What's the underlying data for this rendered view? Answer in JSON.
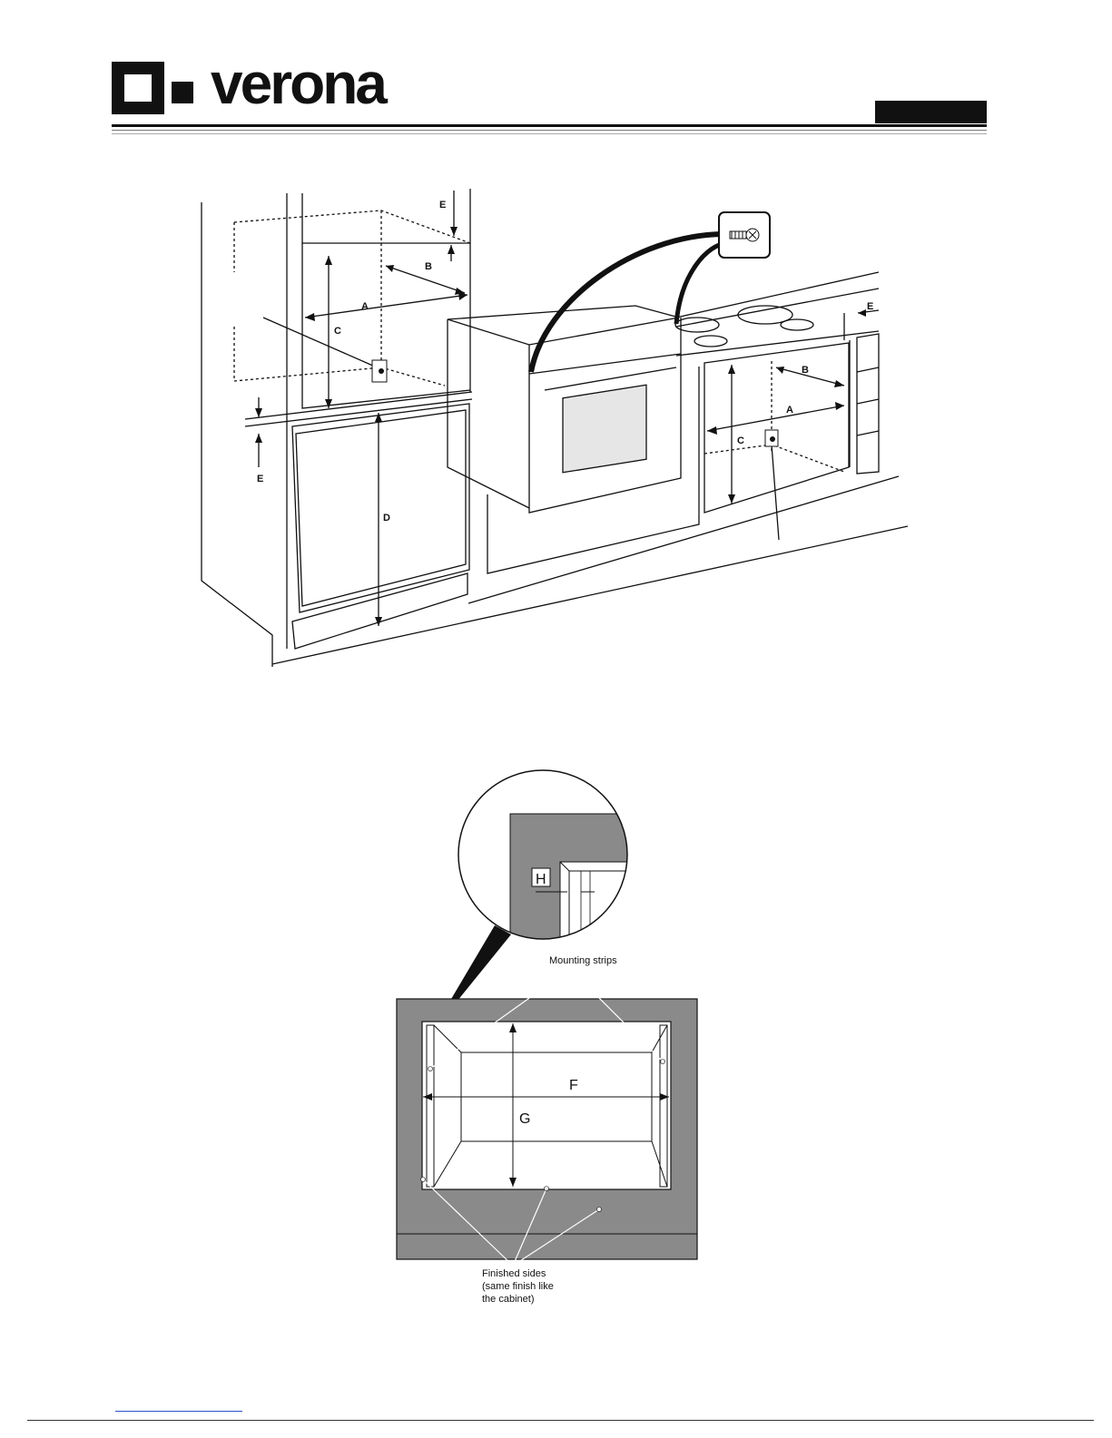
{
  "header": {
    "brand": "verona"
  },
  "diagram1": {
    "labels": {
      "top_cabinet": {
        "A": "A",
        "B": "B",
        "C": "C",
        "D": "D",
        "E_top": "E",
        "E_bottom": "E"
      },
      "base_cabinet": {
        "A": "A",
        "B": "B",
        "C": "C",
        "E": "E"
      }
    },
    "icons": [
      "screw-icon"
    ]
  },
  "diagram2": {
    "labels": {
      "F": "F",
      "G": "G",
      "H": "H"
    },
    "callouts": {
      "mounting_strips": "Mounting strips",
      "finished_sides_1": "Finished sides",
      "finished_sides_2": "(same finish like",
      "finished_sides_3": "the cabinet)"
    }
  },
  "colors": {
    "ink": "#111111",
    "panel_gray": "#8a8a8a",
    "oven_glass": "#e6e6e6",
    "link": "#2a4fc8"
  }
}
